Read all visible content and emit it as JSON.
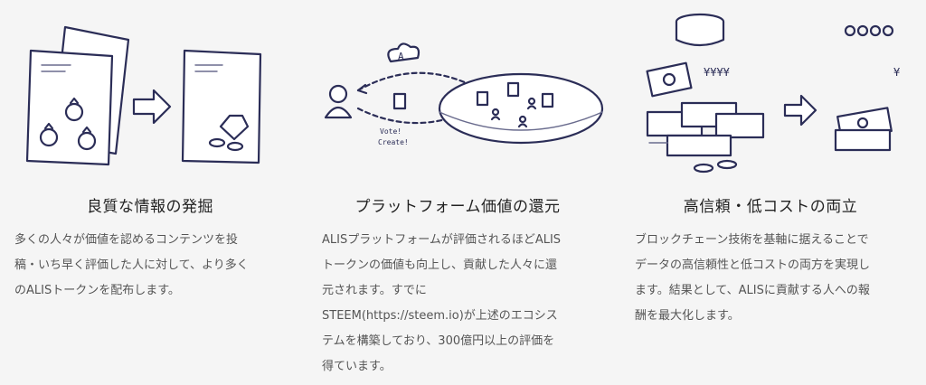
{
  "features": [
    {
      "title": "良質な情報の発掘",
      "lines": [
        "多くの人々が価値を認めるコンテンツを投",
        "稿・いち早く評価した人に対して、より多く",
        "のALISトークンを配布します。"
      ],
      "illustration": "documents-to-reward-icon"
    },
    {
      "title": "プラットフォーム価値の還元",
      "lines": [
        "ALISプラットフォームが評価されるほどALIS",
        "トークンの価値も向上し、貢献した人々に還",
        "元されます。すでに",
        "STEEM(https://steem.io)が上述のエコシス",
        "テムを構築しており、300億円以上の評価を",
        "得ています。"
      ],
      "illustration": "platform-cycle-icon",
      "sketch_labels": {
        "token": "A",
        "vote": "Vote!",
        "create": "Create!"
      }
    },
    {
      "title": "高信頼・低コストの両立",
      "lines": [
        "ブロックチェーン技術を基軸に据えることで",
        "データの高信頼性と低コストの両方を実現し",
        "ます。結果として、ALISに貢献する人への報",
        "酬を最大化します。"
      ],
      "illustration": "cost-reduction-icon",
      "sketch_labels": {
        "yen_many": "¥¥¥¥",
        "yen_one": "¥"
      }
    }
  ],
  "colors": {
    "background": "#f5f5f5",
    "ink": "#2b2d57",
    "text": "#555555",
    "title": "#222222"
  }
}
